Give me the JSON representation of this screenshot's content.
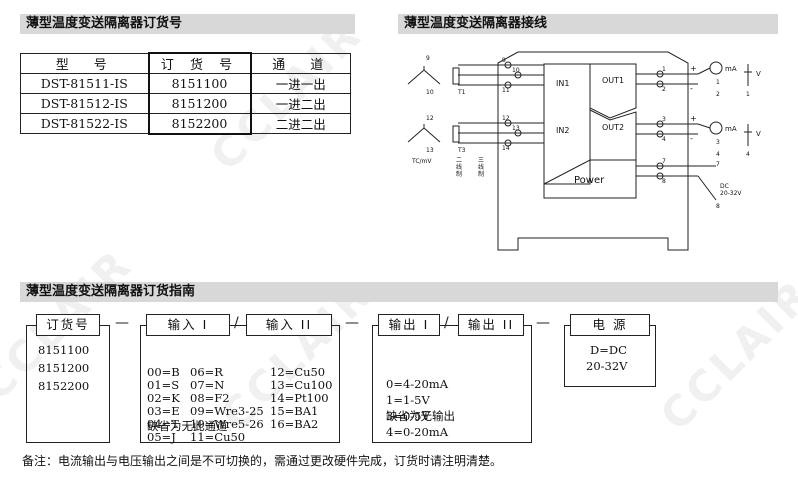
{
  "section_titles": {
    "models": "薄型温度变送隔离器订货号",
    "wiring": "薄型温度变送隔离器接线",
    "guide": "薄型温度变送隔离器订货指南"
  },
  "model_table": {
    "headers": [
      "型　号",
      "订 货 号",
      "通　道"
    ],
    "rows": [
      [
        "DST-81511-IS",
        "8151100",
        "一进一出"
      ],
      [
        "DST-81512-IS",
        "8151200",
        "一进二出"
      ],
      [
        "DST-81522-IS",
        "8152200",
        "二进二出"
      ]
    ]
  },
  "wiring": {
    "in1": "IN1",
    "in2": "IN2",
    "out1": "OUT1",
    "out2": "OUT2",
    "power": "Power",
    "tc_label": "TC/mV",
    "two_wire": "二\n线\n制",
    "three_wire": "三\n线\n制",
    "dc_label": "DC\n20-32V",
    "ma": "mA",
    "v": "V",
    "plus": "+",
    "minus": "-"
  },
  "guide": {
    "order_no": {
      "header": "订货号",
      "lines": [
        "8151100",
        "8151200",
        "8152200"
      ]
    },
    "input1": {
      "header": "输入 I",
      "col1": [
        "00=B",
        "01=S",
        "02=K",
        "03=E",
        "04=T",
        "05=J"
      ],
      "col2": [
        "06=R",
        "07=N",
        "08=F2",
        "09=Wre3-25",
        "10=Wre5-26",
        "11=Cu50"
      ],
      "footer": "缺省为无此通道"
    },
    "input2": {
      "header": "输入 II",
      "col3": [
        "12=Cu50",
        "13=Cu100",
        "14=Pt100",
        "15=BA1",
        "16=BA2"
      ]
    },
    "output1": {
      "header": "输出 I",
      "lines": [
        "0=4-20mA",
        "1=1-5V",
        "3=0-5V",
        "4=0-20mA"
      ],
      "footer": "缺省为无输出"
    },
    "output2": {
      "header": "输出 II"
    },
    "power": {
      "header": "电  源",
      "lines": [
        "D=DC",
        "20-32V"
      ]
    }
  },
  "note": "备注：电流输出与电压输出之间是不可切换的，需通过更改硬件完成，订货时请注明清楚。",
  "watermark": "CCLAIR"
}
